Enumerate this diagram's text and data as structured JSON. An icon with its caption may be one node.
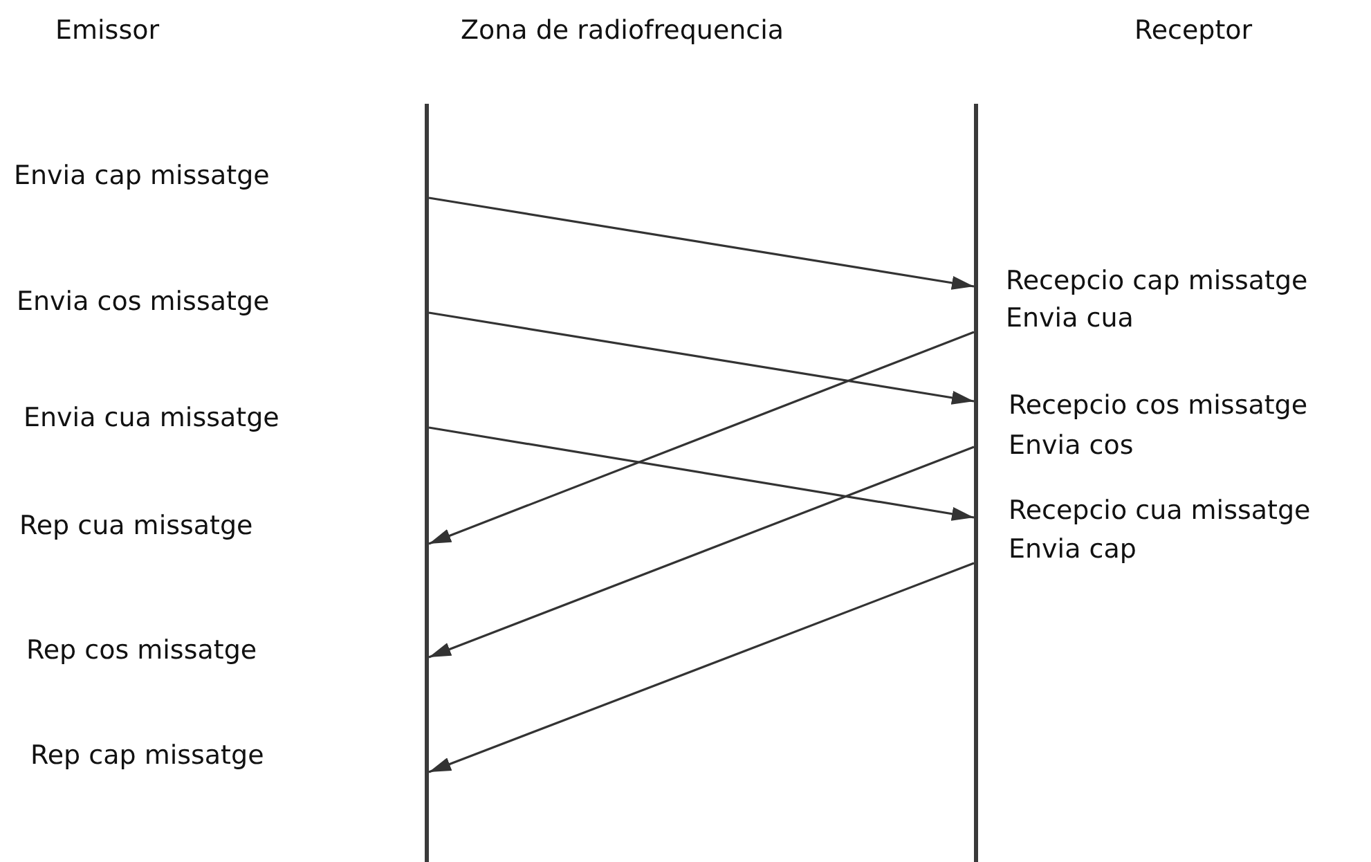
{
  "diagram": {
    "nodes": [
      {
        "text": [],
        "shape": "bar",
        "beside": [
          "Envia cap missatge",
          "Envia cos missatge",
          "Envia cua missatge",
          "Rep cua missatge",
          "Rep cos missatge",
          "Rep cap missatge"
        ]
      },
      {
        "text": [],
        "shape": "bar",
        "beside": [
          "Recepcio cap missatge",
          "Envia cua",
          "Recepcio cos missatge",
          "Envia cos",
          "Recepcio cua missatge",
          "Envia cap"
        ]
      }
    ],
    "edges": [
      {
        "from": 0,
        "to": 1,
        "arrow": "to"
      },
      {
        "from": 0,
        "to": 1,
        "arrow": "to"
      },
      {
        "from": 1,
        "to": 0,
        "arrow": "to"
      },
      {
        "from": 0,
        "to": 1,
        "arrow": "to"
      },
      {
        "from": 1,
        "to": 0,
        "arrow": "to"
      },
      {
        "from": 1,
        "to": 0,
        "arrow": "to"
      }
    ],
    "labels": [
      "Emissor",
      "Zona de radiofrequencia",
      "Receptor"
    ]
  }
}
